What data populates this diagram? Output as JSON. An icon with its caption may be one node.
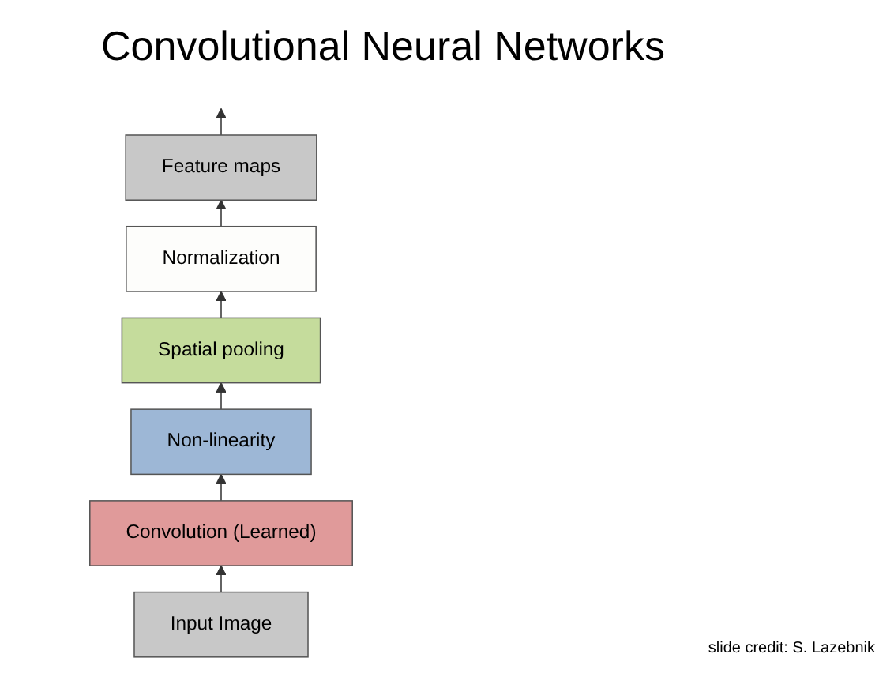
{
  "diagram": {
    "title": "Convolutional Neural Networks",
    "nodes": [
      {
        "text": [
          "Input Image"
        ]
      },
      {
        "text": [
          "Convolution (Learned)"
        ]
      },
      {
        "text": [
          "Non-linearity"
        ]
      },
      {
        "text": [
          "Spatial pooling"
        ]
      },
      {
        "text": [
          "Normalization"
        ]
      },
      {
        "text": [
          "Feature maps"
        ]
      }
    ],
    "edges": [
      {
        "from": 0,
        "to": 1,
        "arrow": "to"
      },
      {
        "from": 1,
        "to": 2,
        "arrow": "to"
      },
      {
        "from": 2,
        "to": 3,
        "arrow": "to"
      },
      {
        "from": 3,
        "to": 4,
        "arrow": "to"
      },
      {
        "from": 4,
        "to": 5,
        "arrow": "to"
      },
      {
        "from": 5,
        "to": null,
        "arrow": "to"
      }
    ],
    "labels": [
      "slide credit: S. Lazebnik"
    ]
  }
}
